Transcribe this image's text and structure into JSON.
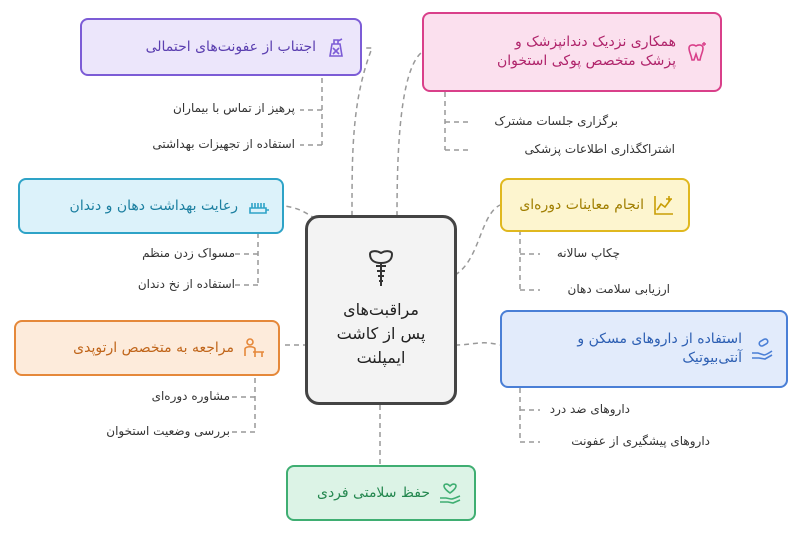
{
  "center": {
    "lines": [
      "مراقبت‌های",
      "پس از کاشت",
      "ایمپلنت"
    ],
    "icon": "tooth-implant-icon"
  },
  "branches": {
    "avoid_infection": {
      "label": "اجتناب از عفونت‌های احتمالی",
      "icon": "spray-bottle-icon",
      "color": "#7c5cd6",
      "fill": "#ece6fb",
      "items": [
        "پرهیز از تماس با بیماران",
        "استفاده از تجهیزات بهداشتی"
      ]
    },
    "hygiene": {
      "label": "رعایت بهداشت دهان و دندان",
      "icon": "toothbrush-icon",
      "color": "#2ea3c7",
      "fill": "#dcf2fa",
      "items": [
        "مسواک زدن منظم",
        "استفاده از نخ دندان"
      ]
    },
    "orthopedic": {
      "label": "مراجعه به متخصص ارتوپدی",
      "icon": "doctor-desk-icon",
      "color": "#e5883a",
      "fill": "#fdebdb",
      "items": [
        "مشاوره دوره‌ای",
        "بررسی وضعیت استخوان"
      ]
    },
    "collaboration": {
      "label_lines": [
        "همکاری نزدیک دندانپزشک و",
        "پزشک متخصص پوکی استخوان"
      ],
      "icon": "tooth-sparkle-icon",
      "color": "#d9408a",
      "fill": "#fbe0ee",
      "items": [
        "برگزاری جلسات مشترک",
        "اشتراکگذاری اطلاعات پزشکی"
      ]
    },
    "checkups": {
      "label": "انجام معاینات دوره‌ای",
      "icon": "health-chart-icon",
      "color": "#e0b81f",
      "fill": "#fdf5cf",
      "items": [
        "چکاپ سالانه",
        "ارزیابی سلامت دهان"
      ]
    },
    "medication": {
      "label_lines": [
        "استفاده از داروهای مسکن و",
        "آنتی‌بیوتیک"
      ],
      "icon": "hand-pills-icon",
      "color": "#4a7fd6",
      "fill": "#e2ebfb",
      "items": [
        "داروهای ضد درد",
        "داروهای پیشگیری از عفونت"
      ]
    },
    "health": {
      "label": "حفظ سلامتی فردی",
      "icon": "hand-heart-icon",
      "color": "#3fae72",
      "fill": "#dcf3e6",
      "items": []
    }
  }
}
